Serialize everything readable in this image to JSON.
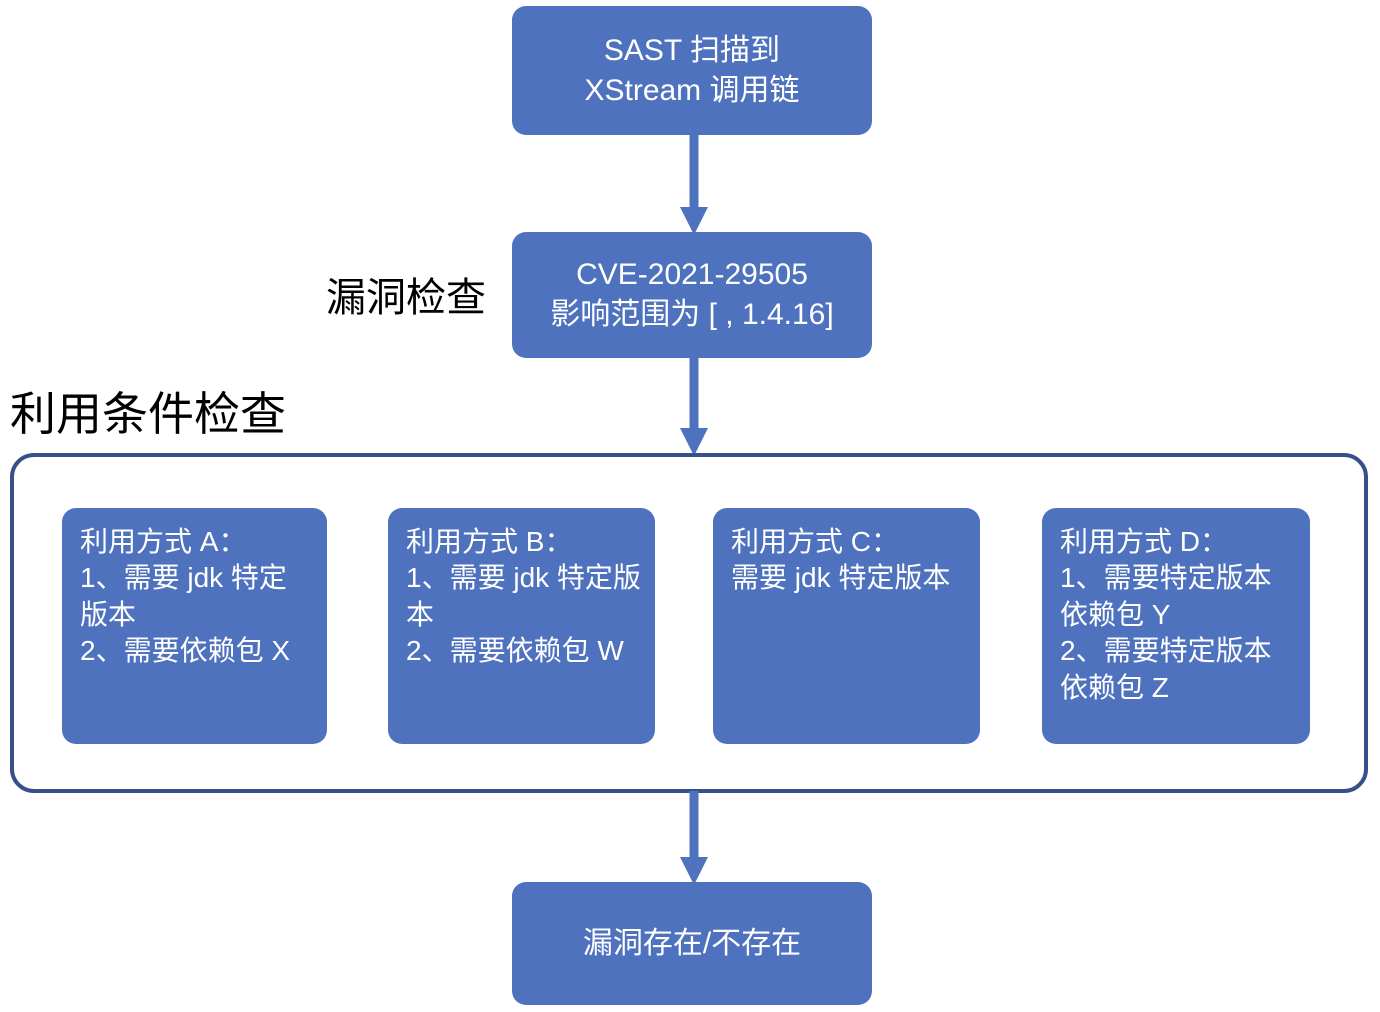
{
  "diagram": {
    "title_flow": "SAST 漏洞检查与利用条件检查流程",
    "colors": {
      "node_fill": "#4F72BE",
      "node_text": "#FFFFFF",
      "container_border": "#37508A",
      "arrow": "#4F72BE",
      "background": "#FFFFFF"
    }
  },
  "nodes": {
    "sast": {
      "text": "SAST 扫描到\nXStream 调用链"
    },
    "cve": {
      "text": "CVE-2021-29505\n影响范围为 [ , 1.4.16]"
    },
    "result": {
      "text": "漏洞存在/不存在"
    }
  },
  "labels": {
    "vulnerability_check": "漏洞检查",
    "exploit_condition_check": "利用条件检查"
  },
  "exploit_methods": [
    {
      "id": "A",
      "text": "利用方式 A：\n1、需要 jdk 特定版本\n2、需要依赖包 X"
    },
    {
      "id": "B",
      "text": "利用方式 B：\n1、需要 jdk 特定版本\n2、需要依赖包 W"
    },
    {
      "id": "C",
      "text": "利用方式 C：\n需要 jdk 特定版本"
    },
    {
      "id": "D",
      "text": "利用方式 D：\n1、需要特定版本依赖包 Y\n2、需要特定版本依赖包 Z"
    }
  ],
  "arrows": [
    {
      "name": "sast-to-cve",
      "from": "sast",
      "to": "cve"
    },
    {
      "name": "cve-to-condition",
      "from": "cve",
      "to": "condition-container"
    },
    {
      "name": "condition-to-result",
      "from": "condition-container",
      "to": "result"
    }
  ]
}
